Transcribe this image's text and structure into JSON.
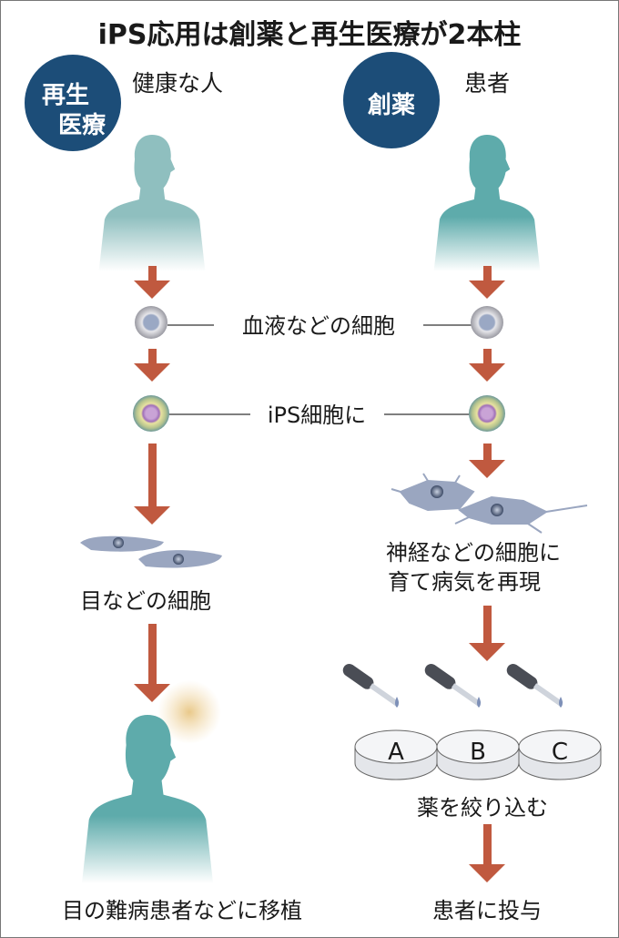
{
  "title": "iPS応用は創薬と再生医療が2本柱",
  "colors": {
    "accent_navy": "#1c4d78",
    "arrow": "#c0593f",
    "body_left": "#8fbfbf",
    "body_right": "#5eabab",
    "cell_blue": "#9aa8c4"
  },
  "left": {
    "badge_line1": "再生",
    "badge_line2": "医療",
    "start_label": "健康な人",
    "cell_label": "目などの細胞",
    "end_label": "目の難病患者などに移植"
  },
  "right": {
    "badge": "創薬",
    "start_label": "患者",
    "cell_label_line1": "神経などの細胞に",
    "cell_label_line2": "育て病気を再現",
    "dishes": [
      "A",
      "B",
      "C"
    ],
    "screen_label": "薬を絞り込む",
    "end_label": "患者に投与"
  },
  "shared": {
    "blood_cell_label": "血液などの細胞",
    "ips_label": "iPS細胞に"
  }
}
